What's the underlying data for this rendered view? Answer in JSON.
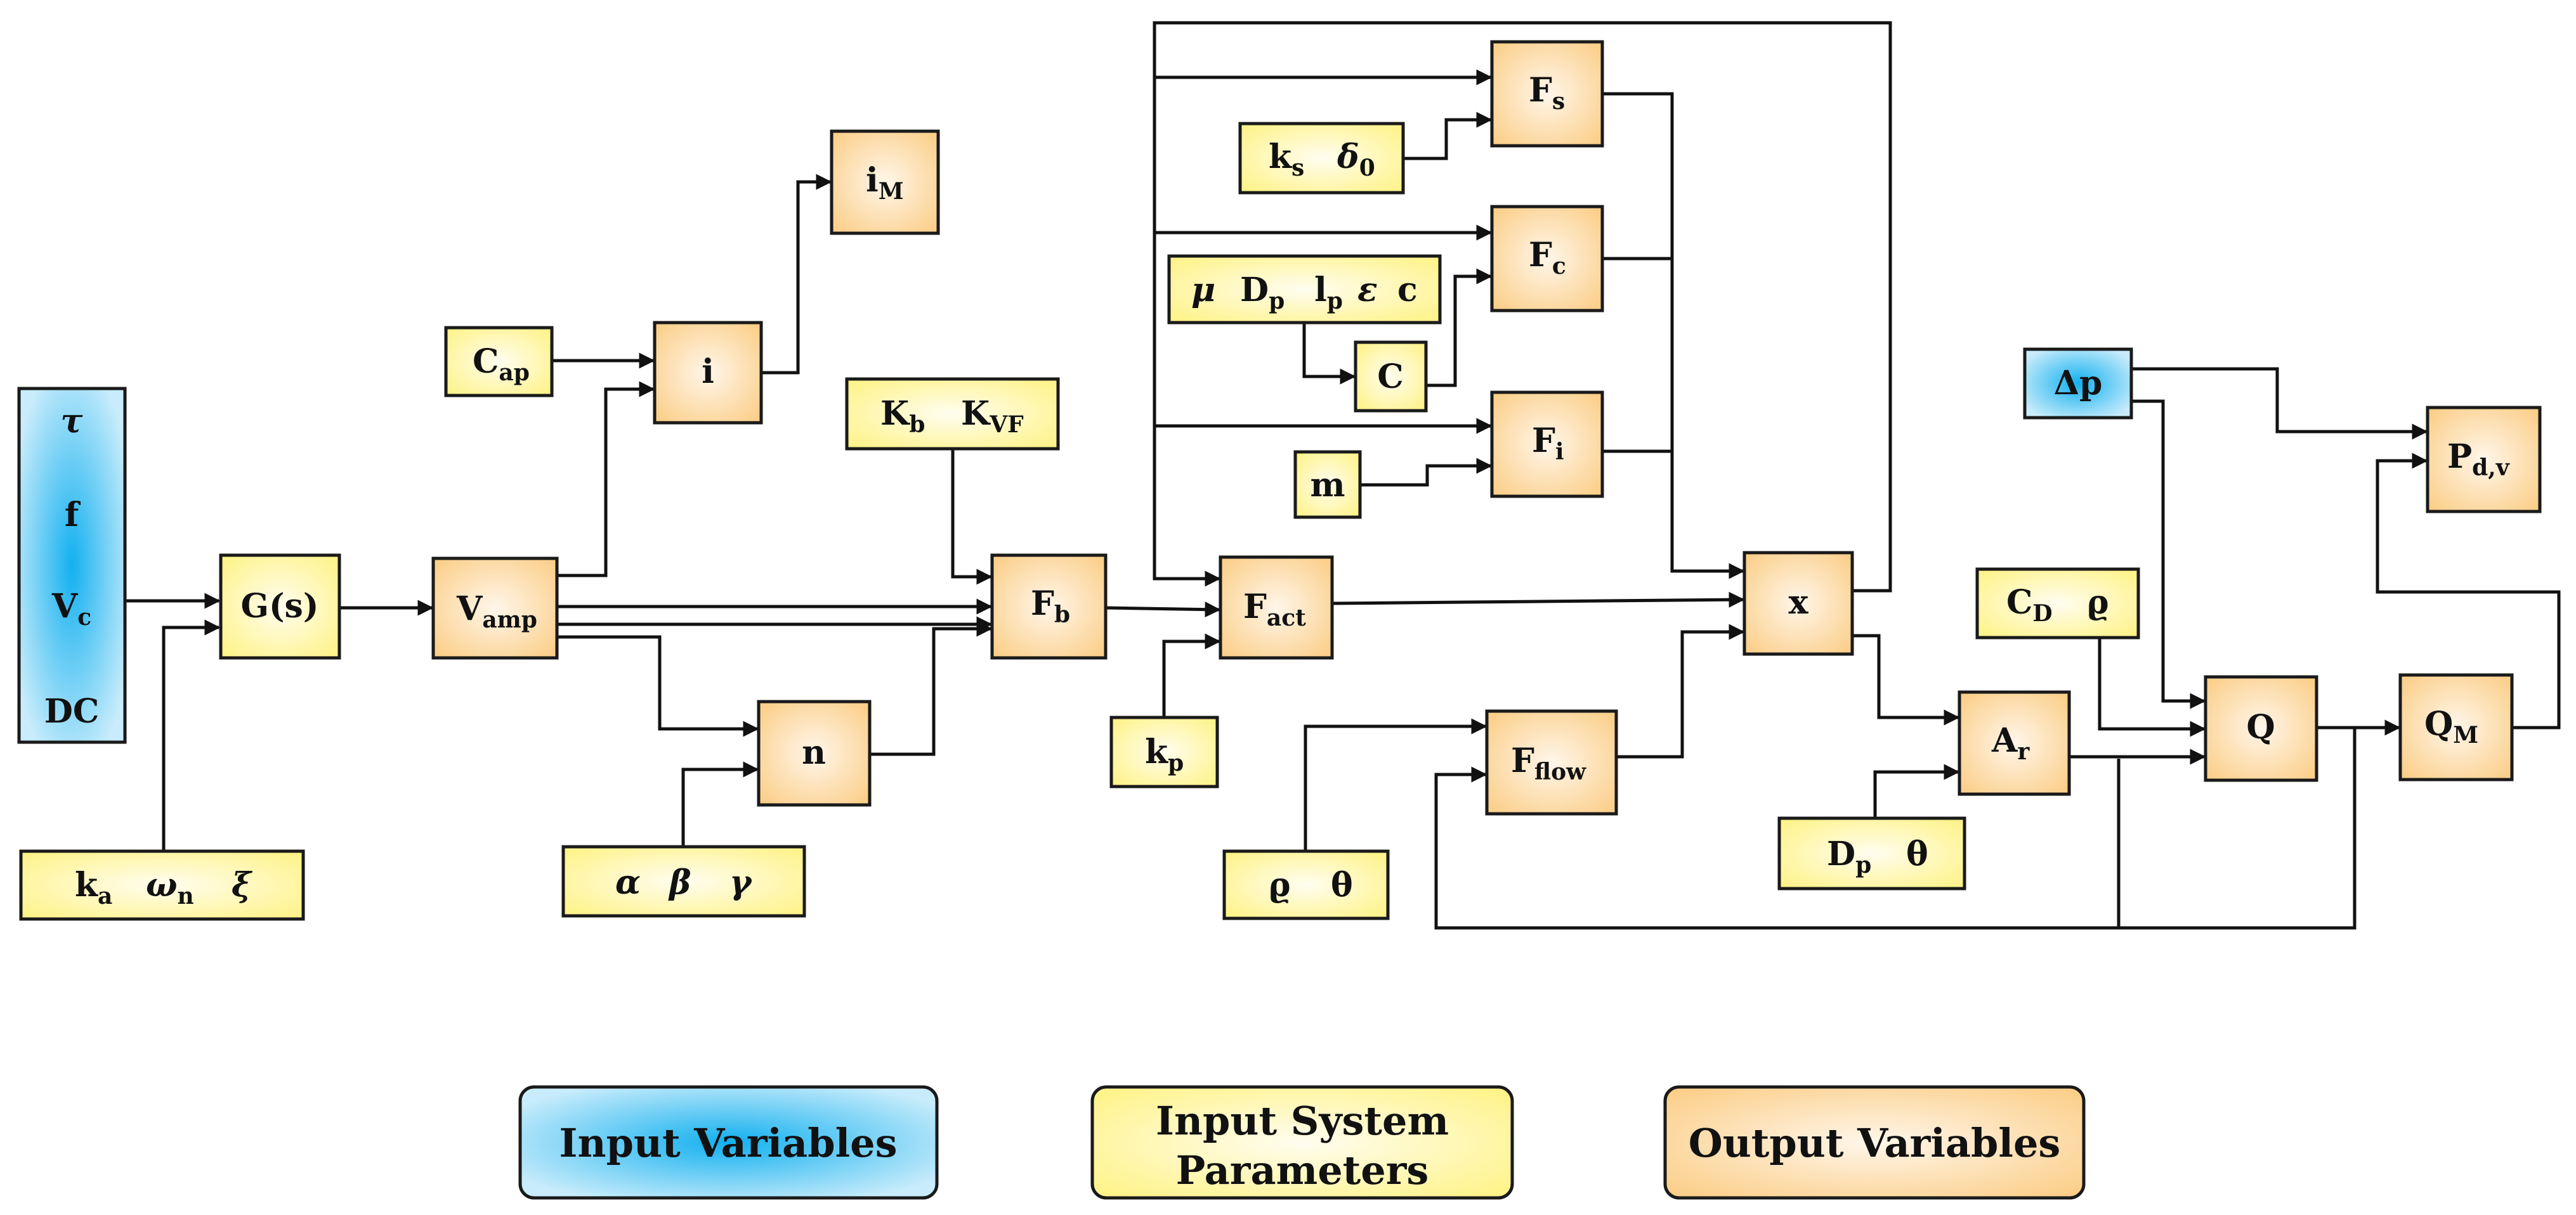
{
  "colors": {
    "input_variable": "#1fb8ef",
    "input_parameter": "#fff89a",
    "output_variable": "#fbd89a",
    "line": "#111111"
  },
  "input_vars": {
    "tau": "τ",
    "f": "f",
    "vc": "V",
    "vc_sub": "c",
    "dc": "DC",
    "dp": "Δp"
  },
  "params": {
    "ka": "k",
    "ka_sub": "a",
    "omega": "ω",
    "omega_sub": "n",
    "xi": "ξ",
    "cap": "C",
    "cap_sub": "ap",
    "alpha": "α",
    "beta": "β",
    "gamma": "γ",
    "kb": "K",
    "kb_sub": "b",
    "kvf": "K",
    "kvf_sub": "VF",
    "kp": "k",
    "kp_sub": "p",
    "ks": "k",
    "ks_sub": "s",
    "delta": "δ",
    "delta_sub": "0",
    "mu": "μ",
    "dp": "D",
    "dp_sub": "p",
    "lp": "l",
    "lp_sub": "p",
    "eps": "ε",
    "c": "c",
    "m": "m",
    "rho_flow": "ϱ",
    "theta_flow": "θ",
    "dp2": "D",
    "dp2_sub": "p",
    "theta_ar": "θ",
    "cd": "C",
    "cd_sub": "D",
    "rho_q": "ϱ"
  },
  "outputs": {
    "gs": "G(s)",
    "vamp": "V",
    "vamp_sub": "amp",
    "i": "i",
    "im": "i",
    "im_sub": "M",
    "n": "n",
    "fb": "F",
    "fb_sub": "b",
    "fact": "F",
    "fact_sub": "act",
    "fs": "F",
    "fs_sub": "s",
    "fc": "F",
    "fc_sub": "c",
    "cc": "C",
    "fi": "F",
    "fi_sub": "i",
    "x": "x",
    "fflow": "F",
    "fflow_sub": "flow",
    "ar": "A",
    "ar_sub": "r",
    "q": "Q",
    "qm": "Q",
    "qm_sub": "M",
    "pdv": "P",
    "pdv_sub": "d,v"
  },
  "legend": {
    "input_variables": "Input Variables",
    "input_system_parameters_1": "Input System",
    "input_system_parameters_2": "Parameters",
    "output_variables": "Output Variables"
  }
}
